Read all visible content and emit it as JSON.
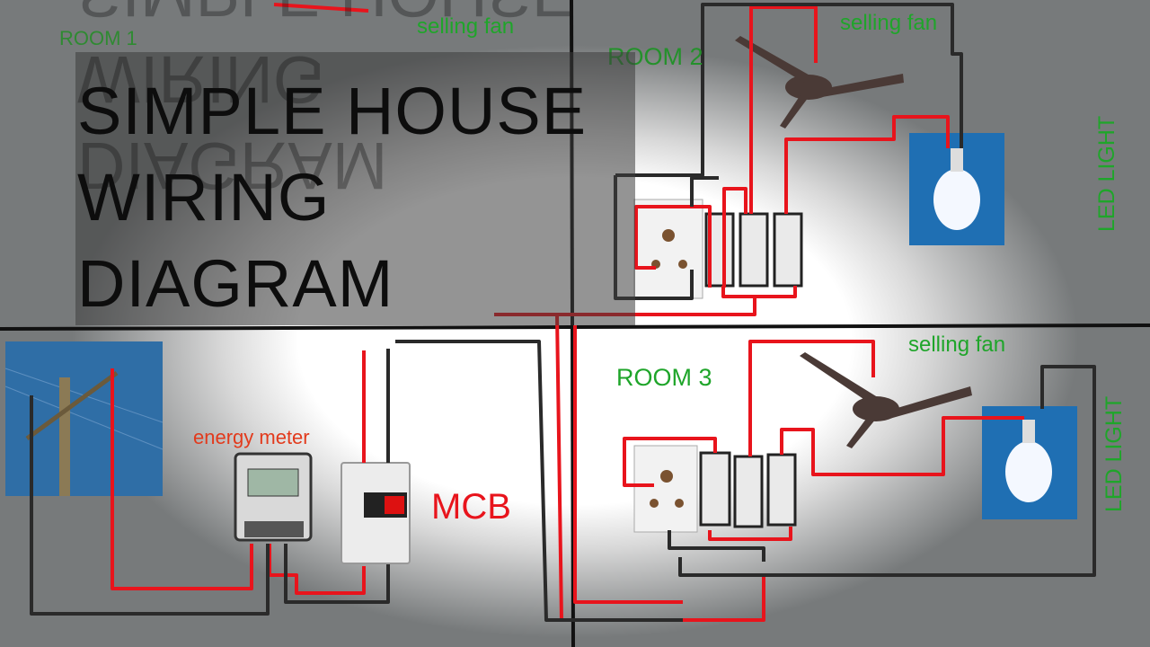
{
  "title": {
    "lines": [
      "SIMPLE HOUSE",
      "WIRING",
      "DIAGRAM"
    ]
  },
  "labels": {
    "room1": "ROOM 1",
    "room2": "ROOM 2",
    "room3": "ROOM 3",
    "fan_top_left": "selling fan",
    "fan_room2": "selling fan",
    "fan_room3": "selling fan",
    "led_room2": "LED LIGHT",
    "led_room3": "LED LIGHT",
    "energy_meter": "energy meter",
    "mcb": "MCB"
  },
  "colors": {
    "wire_live": "#e8141c",
    "wire_neutral": "#2a2a2a",
    "label_green": "#1fa52a",
    "label_red": "#e23a1c",
    "bulb_panel": "#1f6fb3"
  },
  "icons": [
    "ceiling-fan-icon",
    "bulb-icon",
    "switch-icon",
    "socket-icon",
    "energy-meter-icon",
    "mcb-icon",
    "utility-pole-icon"
  ]
}
